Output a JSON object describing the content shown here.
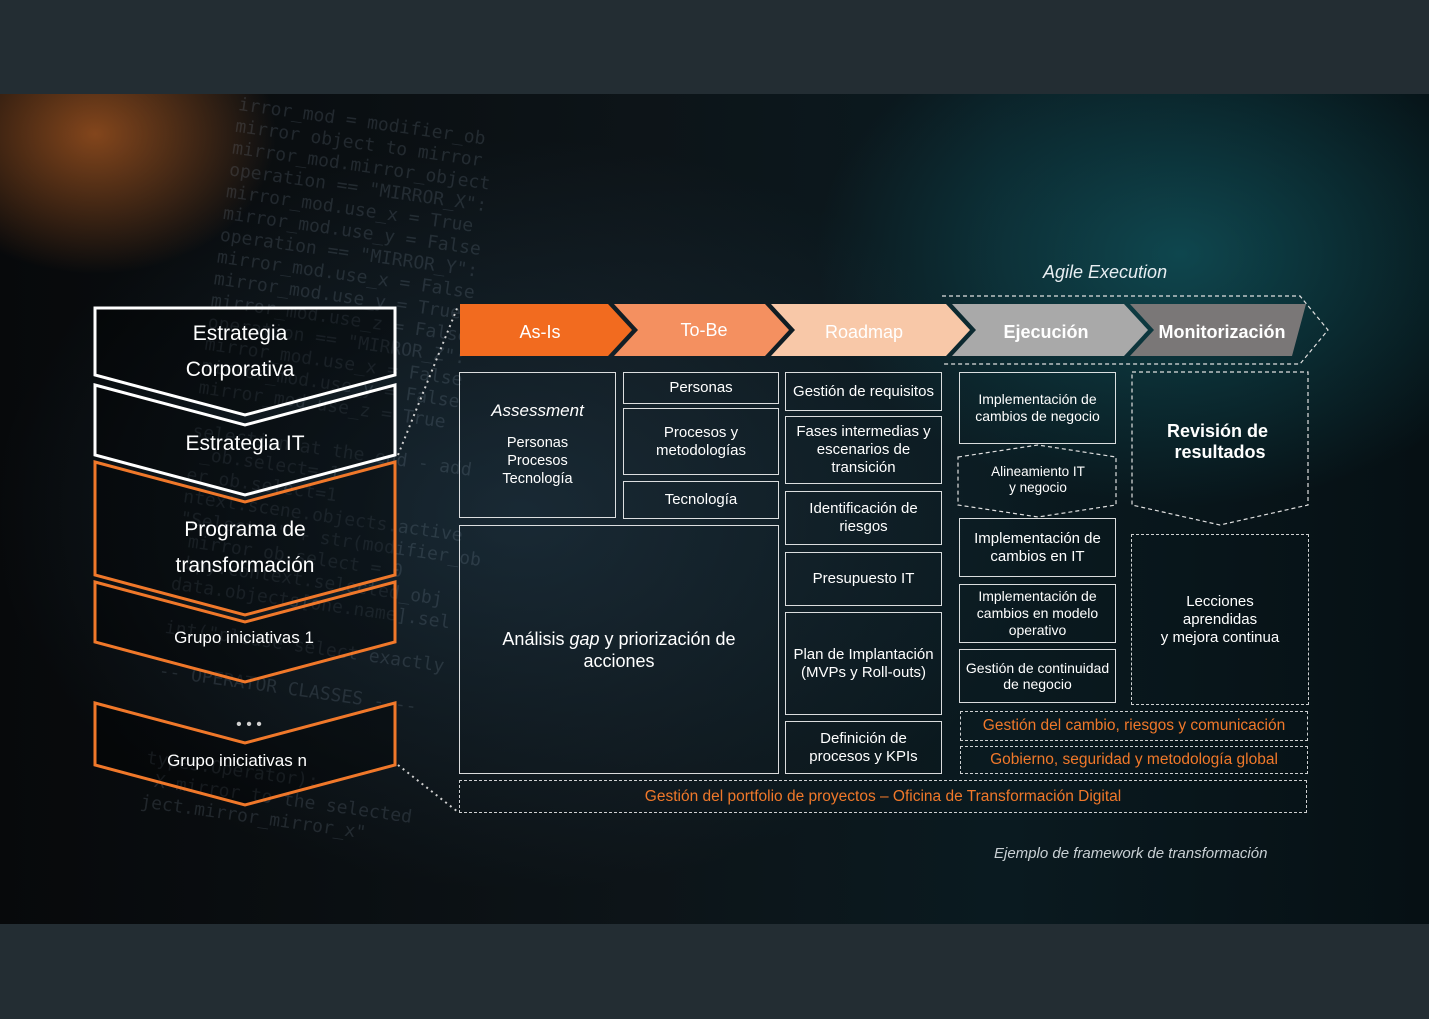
{
  "left_stack": {
    "estrategia_corporativa": [
      "Estrategia",
      "Corporativa"
    ],
    "estrategia_it": "Estrategia IT",
    "programa": [
      "Programa de",
      "transformación"
    ],
    "grupo_1": "Grupo iniciativas 1",
    "ellipsis": "• • •",
    "grupo_n": "Grupo iniciativas n"
  },
  "agile_label": "Agile Execution",
  "phases": [
    {
      "label": "As-Is",
      "color": "#f26b1f"
    },
    {
      "label": "To-Be",
      "color": "#f49060"
    },
    {
      "label": "Roadmap",
      "color": "#f8c8a8"
    },
    {
      "label": "Ejecución",
      "color": "#a9a9a9"
    },
    {
      "label": "Monitorización",
      "color": "#7a7777"
    }
  ],
  "asis": {
    "title": "Assessment",
    "items": [
      "Personas",
      "Procesos",
      "Tecnología"
    ],
    "gap_pre": "Análisis ",
    "gap_em": "gap",
    "gap_post": " y priorización de acciones"
  },
  "tobe": [
    "Personas",
    "Procesos y metodologías",
    "Tecnología"
  ],
  "roadmap": [
    "Gestión de requisitos",
    "Fases intermedias y escenarios de transición",
    "Identificación de riesgos",
    "Presupuesto IT",
    "Plan de Implantación (MVPs y Roll-outs)",
    "Definición de procesos y KPIs"
  ],
  "ejecucion": {
    "negocio": "Implementación de cambios de negocio",
    "alineamiento": [
      "Alineamiento IT",
      "y negocio"
    ],
    "it": "Implementación de cambios en IT",
    "modelo": "Implementación de cambios en modelo operativo",
    "continuidad": "Gestión de continuidad de negocio"
  },
  "monitorizacion": {
    "revision": "Revisión de resultados",
    "lecciones": [
      "Lecciones",
      "aprendidas",
      "y mejora continua"
    ]
  },
  "bars": {
    "cambio": "Gestión del cambio, riesgos y comunicación",
    "gobierno": "Gobierno, seguridad y metodología global",
    "portfolio": "Gestión del portfolio de proyectos – Oficina de Transformación Digital"
  },
  "caption": "Ejemplo de framework de transformación",
  "colors": {
    "orange": "#f0782a",
    "white": "#ffffff",
    "bg": "#232d33"
  }
}
